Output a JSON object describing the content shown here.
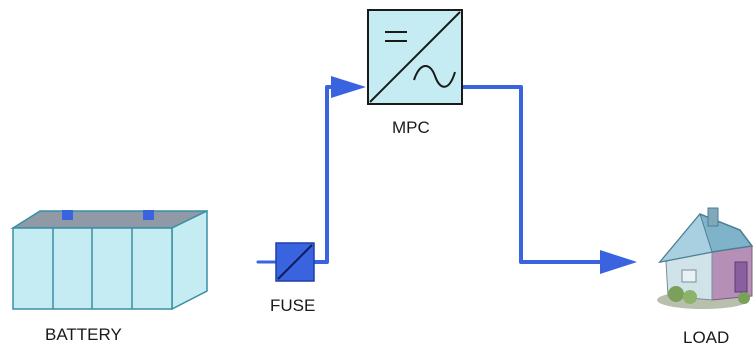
{
  "labels": {
    "battery": "BATTERY",
    "fuse": "FUSE",
    "mpc": "MPC",
    "load": "LOAD"
  },
  "colors": {
    "wire": "#3a63e0",
    "battery_fill": "#c5ecf2",
    "battery_stroke": "#3a8fa6",
    "battery_top": "#8f9aa6",
    "terminal": "#3a63e0",
    "mpc_fill": "#c5ecf2",
    "fuse_fill": "#3a63e0"
  },
  "icons": {
    "battery": "battery-icon",
    "fuse": "fuse-icon",
    "mpc": "inverter-icon",
    "load": "house-icon"
  }
}
